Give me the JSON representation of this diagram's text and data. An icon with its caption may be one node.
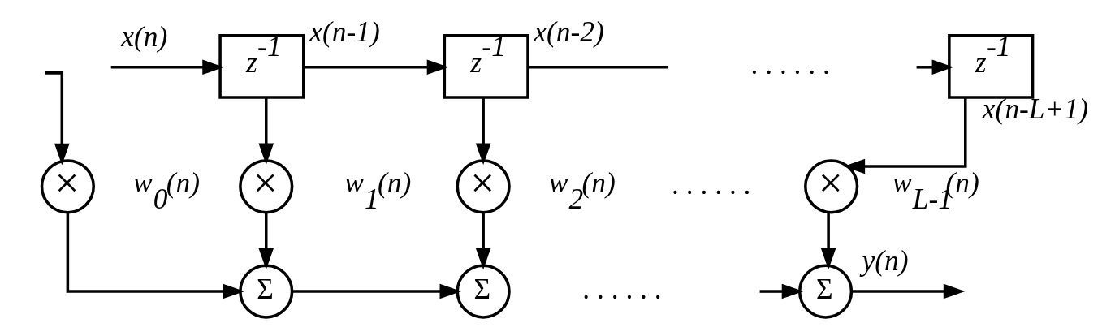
{
  "diagram": {
    "nodes": [
      {
        "text": [
          "z$^{-1}$"
        ]
      },
      {
        "text": [
          "z$^{-1}$"
        ]
      },
      {
        "text": [
          "z$^{-1}$"
        ]
      },
      {
        "text": [
          "×"
        ],
        "beside": [
          "w$_{0}$(n)"
        ]
      },
      {
        "text": [
          "×"
        ],
        "beside": [
          "w$_{1}$(n)"
        ]
      },
      {
        "text": [
          "×"
        ],
        "beside": [
          "w$_{2}$(n)"
        ]
      },
      {
        "text": [
          "×"
        ],
        "beside": [
          "w$_{L-1}$(n)"
        ]
      },
      {
        "text": [
          "Σ"
        ]
      },
      {
        "text": [
          "Σ"
        ]
      },
      {
        "text": [
          "Σ"
        ]
      }
    ],
    "edges": [
      {
        "from": null,
        "to": 0,
        "arrow": "to",
        "label": "x(n)"
      },
      {
        "from": null,
        "to": 3,
        "arrow": "to"
      },
      {
        "from": 0,
        "to": 1,
        "arrow": "to",
        "label": "x(n-1)"
      },
      {
        "from": 0,
        "to": 4,
        "arrow": "to"
      },
      {
        "from": 1,
        "to": null,
        "arrow": "none",
        "label": "x(n-2)"
      },
      {
        "from": 1,
        "to": 5,
        "arrow": "to"
      },
      {
        "from": null,
        "to": 2,
        "arrow": "to"
      },
      {
        "from": 2,
        "to": 6,
        "arrow": "to",
        "label": "x(n-L+1)"
      },
      {
        "from": 3,
        "to": 7,
        "arrow": "to"
      },
      {
        "from": 4,
        "to": 7,
        "arrow": "to"
      },
      {
        "from": 5,
        "to": 8,
        "arrow": "to"
      },
      {
        "from": 6,
        "to": 9,
        "arrow": "to"
      },
      {
        "from": 7,
        "to": 8,
        "arrow": "to"
      },
      {
        "from": 9,
        "to": null,
        "arrow": "to",
        "label": "y(n)"
      },
      {
        "from": null,
        "to": 9,
        "arrow": "to"
      }
    ],
    "labels": [
      ". . . . . .",
      ". . . . . .",
      ". . . . . ."
    ]
  }
}
